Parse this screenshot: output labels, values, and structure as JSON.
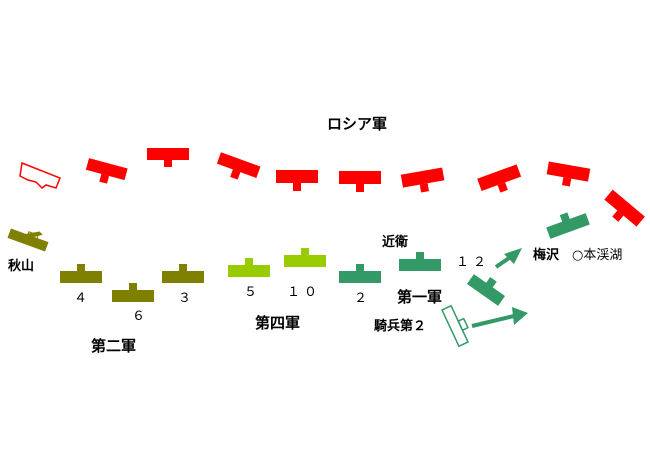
{
  "colors": {
    "russian": "#ff0000",
    "second_army": "#808000",
    "fourth_army": "#99cc00",
    "first_army": "#339966"
  },
  "labels": {
    "russian_army": "ロシア軍",
    "akiyama": "秋山",
    "unit_4": "４",
    "unit_6": "６",
    "unit_3": "３",
    "unit_5": "５",
    "unit_10": "１０",
    "unit_2": "２",
    "konoe": "近衛",
    "unit_12": "１２",
    "umezawa": "梅沢",
    "honkeiko": "○本渓湖",
    "second_army": "第二軍",
    "fourth_army": "第四軍",
    "first_army": "第一軍",
    "cavalry_2": "騎兵第２"
  }
}
